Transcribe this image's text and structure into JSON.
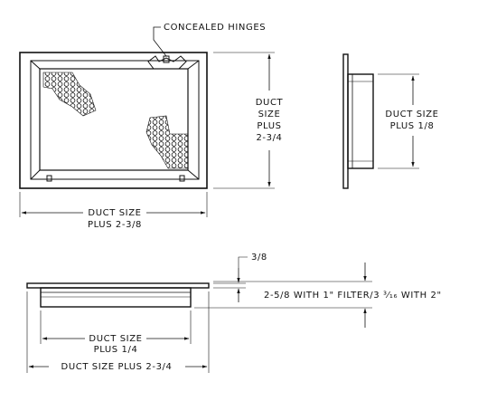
{
  "labels": {
    "hinges": "CONCEALED HINGES",
    "front_height": [
      "DUCT",
      "SIZE",
      "PLUS",
      "2-3/4"
    ],
    "front_width": [
      "DUCT SIZE",
      "PLUS 2-3/8"
    ],
    "side_height": [
      "DUCT SIZE",
      "PLUS 1/8"
    ],
    "top_flange": "3/8",
    "depth": "2-5/8 WITH 1\" FILTER/3 ³⁄₁₆ WITH 2\"",
    "top_inner_width": [
      "DUCT SIZE",
      "PLUS 1/4"
    ],
    "top_outer_width": "DUCT SIZE PLUS 2-3/4"
  },
  "colors": {
    "line": "#111111",
    "background": "#ffffff"
  }
}
